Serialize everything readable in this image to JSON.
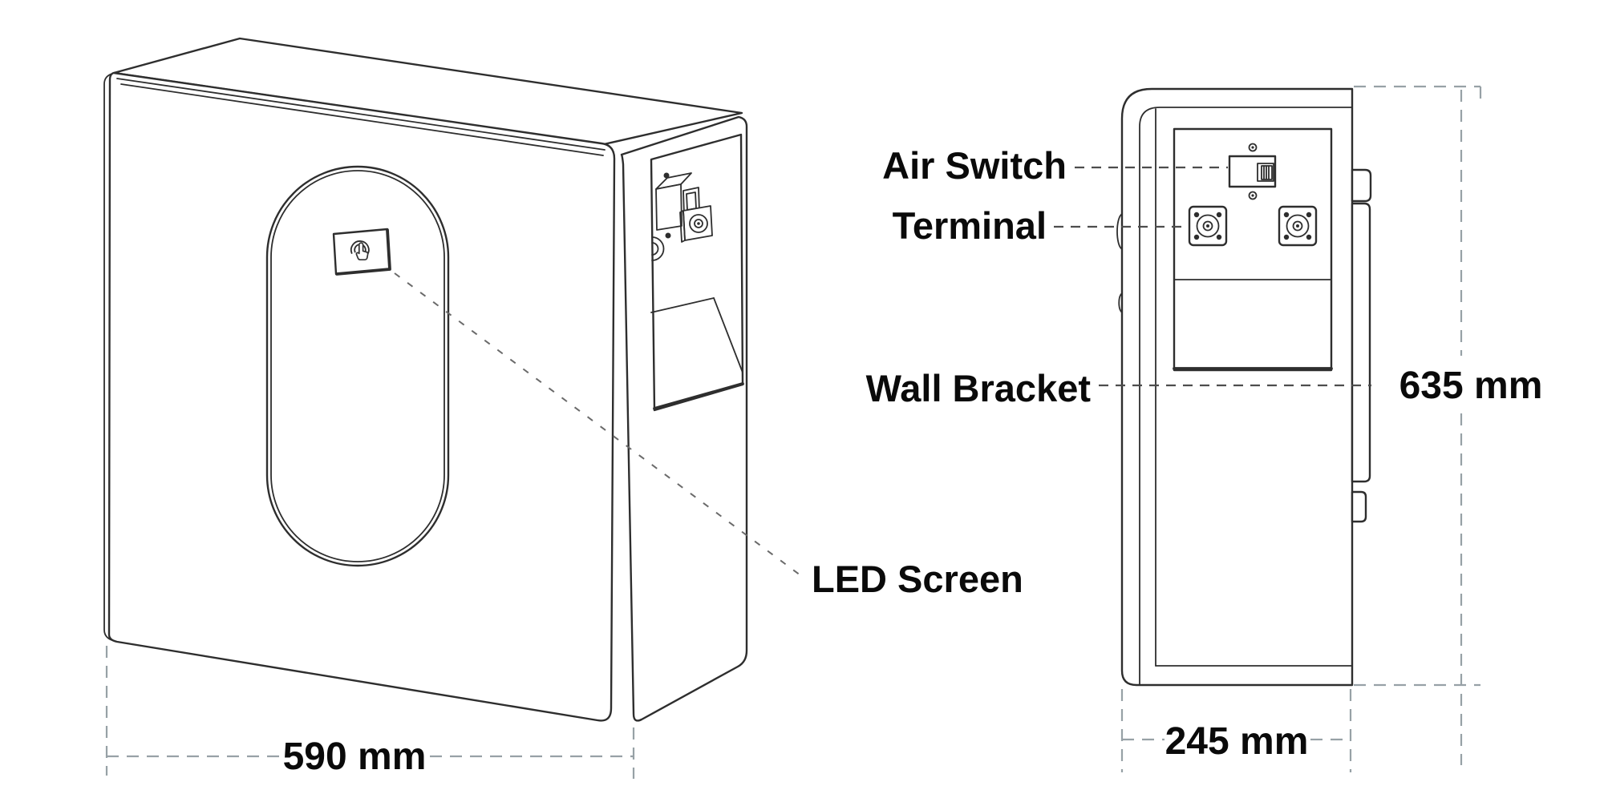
{
  "labels": {
    "air_switch": "Air Switch",
    "terminal": "Terminal",
    "wall_bracket": "Wall Bracket",
    "led_screen": "LED Screen"
  },
  "dimensions": {
    "front_width": "590 mm",
    "side_depth": "245 mm",
    "height": "635 mm"
  },
  "icons": {
    "led_screen_icon": "touch-icon"
  },
  "colors": {
    "line": "#2e2e2e",
    "leader": "#4d4d4d",
    "dimension": "#97a1a6",
    "text": "#0a0a0a",
    "background": "#ffffff"
  }
}
